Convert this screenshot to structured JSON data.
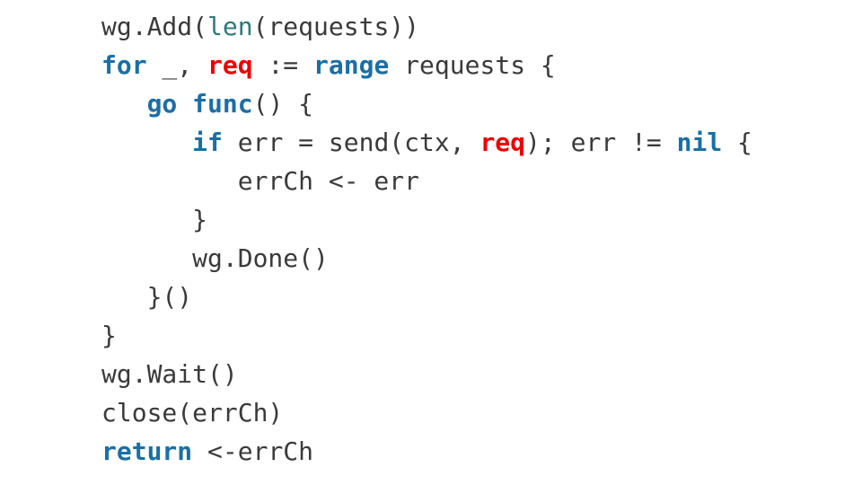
{
  "window": {
    "background": "#FFFFFF"
  },
  "code_block": {
    "language": "go",
    "palette": {
      "default": "#3A3A3A",
      "keyword": "#1A6FA5",
      "highlight": "#EE0000",
      "builtin": "#2C7A7A"
    },
    "lines": [
      {
        "tokens": [
          [
            "wg.Add(",
            "default"
          ],
          [
            "len",
            "builtin"
          ],
          [
            "(requests))",
            "default"
          ]
        ]
      },
      {
        "tokens": [
          [
            "for",
            "keyword"
          ],
          [
            " _, ",
            "default"
          ],
          [
            "req",
            "highlight"
          ],
          [
            " := ",
            "default"
          ],
          [
            "range",
            "keyword"
          ],
          [
            " requests {",
            "default"
          ]
        ]
      },
      {
        "tokens": [
          [
            "   ",
            "default"
          ],
          [
            "go",
            "keyword"
          ],
          [
            " ",
            "default"
          ],
          [
            "func",
            "keyword"
          ],
          [
            "() {",
            "default"
          ]
        ]
      },
      {
        "tokens": [
          [
            "      ",
            "default"
          ],
          [
            "if",
            "keyword"
          ],
          [
            " err = send(ctx, ",
            "default"
          ],
          [
            "req",
            "highlight"
          ],
          [
            "); err != ",
            "default"
          ],
          [
            "nil",
            "keyword"
          ],
          [
            " {",
            "default"
          ]
        ]
      },
      {
        "tokens": [
          [
            "         errCh <- err",
            "default"
          ]
        ]
      },
      {
        "tokens": [
          [
            "      }",
            "default"
          ]
        ]
      },
      {
        "tokens": [
          [
            "      wg.Done()",
            "default"
          ]
        ]
      },
      {
        "tokens": [
          [
            "   }()",
            "default"
          ]
        ]
      },
      {
        "tokens": [
          [
            "}",
            "default"
          ]
        ]
      },
      {
        "tokens": [
          [
            "wg.Wait()",
            "default"
          ]
        ]
      },
      {
        "tokens": [
          [
            "close(errCh)",
            "default"
          ]
        ]
      },
      {
        "tokens": [
          [
            "return",
            "keyword"
          ],
          [
            " <-errCh",
            "default"
          ]
        ]
      }
    ]
  }
}
